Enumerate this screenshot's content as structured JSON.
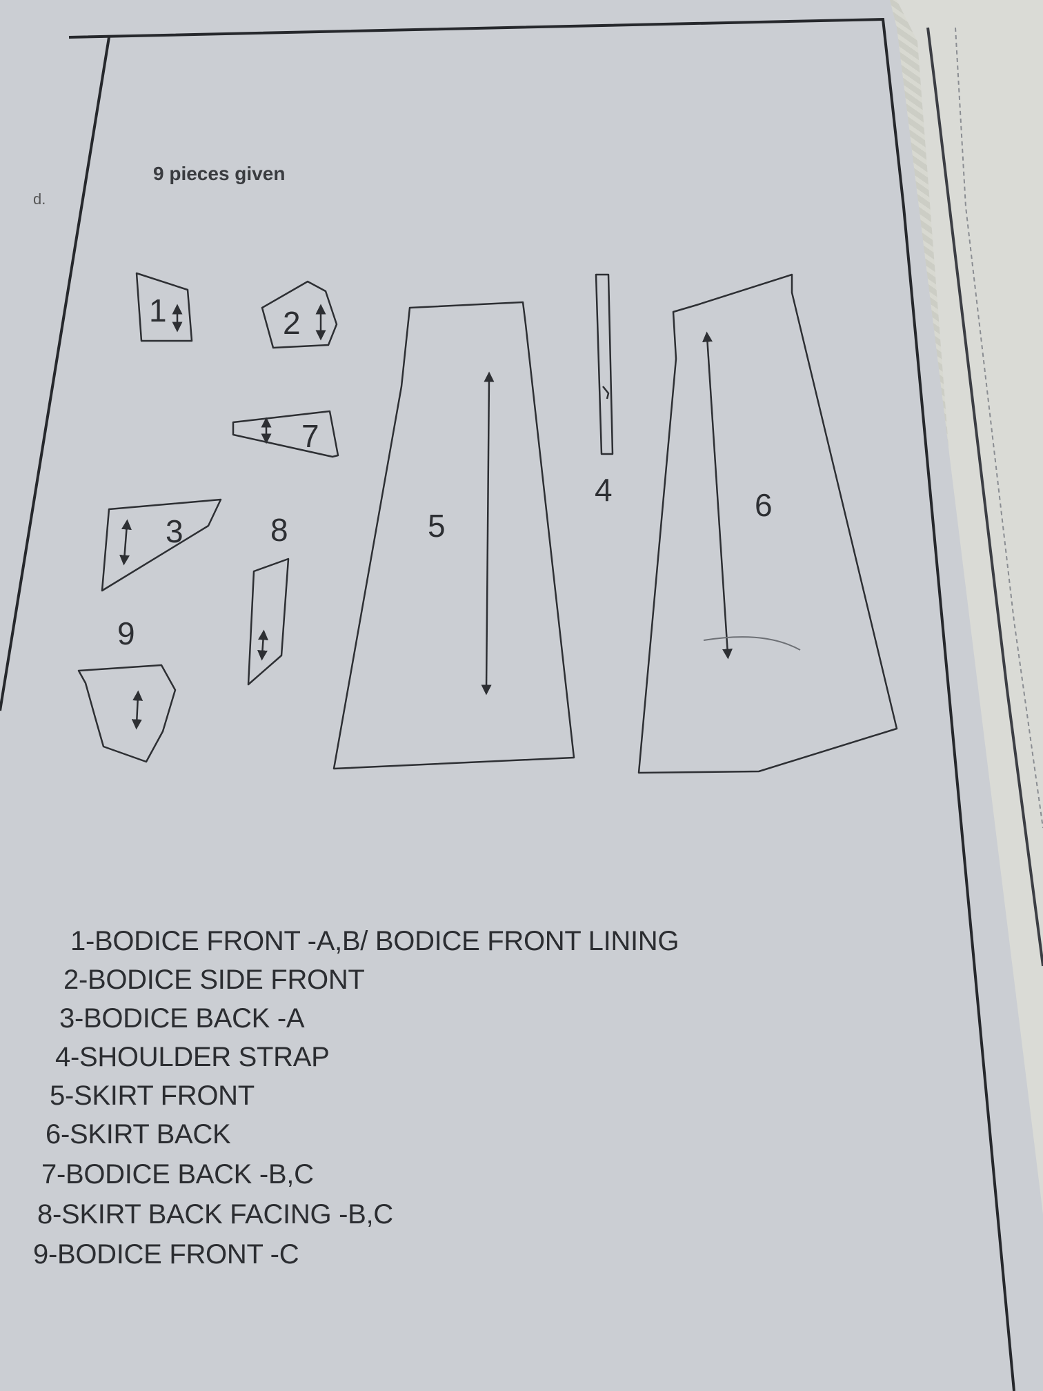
{
  "caption": "9 pieces given",
  "margin_mark": "d.",
  "pieces": [
    {
      "number": "1"
    },
    {
      "number": "2"
    },
    {
      "number": "3"
    },
    {
      "number": "4"
    },
    {
      "number": "5"
    },
    {
      "number": "6"
    },
    {
      "number": "7"
    },
    {
      "number": "8"
    },
    {
      "number": "9"
    }
  ],
  "piece_list": [
    "1-BODICE FRONT -A,B/ BODICE FRONT LINING",
    "2-BODICE SIDE FRONT",
    "3-BODICE BACK -A",
    "4-SHOULDER STRAP",
    "5-SKIRT FRONT",
    "6-SKIRT BACK",
    "7-BODICE BACK -B,C",
    "8-SKIRT BACK FACING -B,C",
    "9-BODICE FRONT -C"
  ]
}
